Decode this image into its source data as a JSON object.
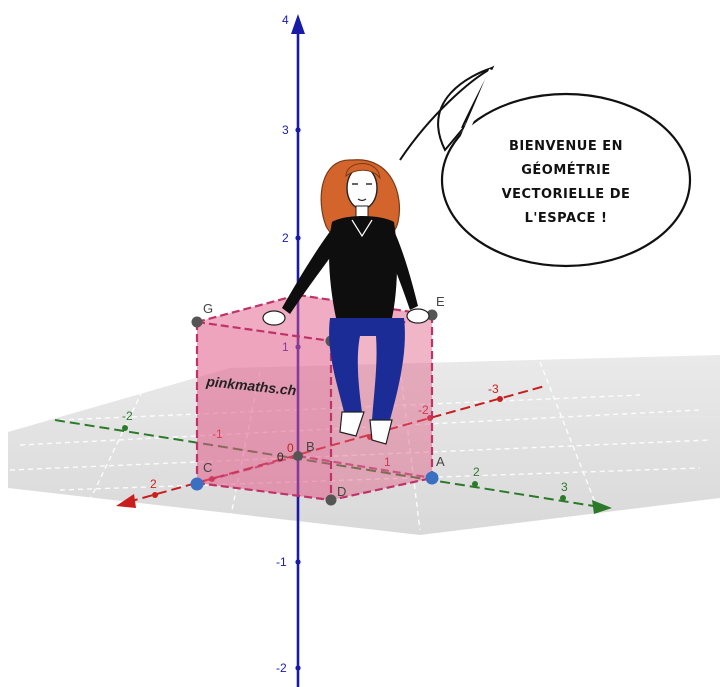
{
  "speech_bubble": {
    "lines": [
      "BIENVENUE EN",
      "GÉOMÉTRIE",
      "VECTORIELLE DE",
      "L'ESPACE !"
    ]
  },
  "watermark": "pinkmaths.ch",
  "axes": {
    "z": {
      "color": "#1a1aa8",
      "ticks": [
        "4",
        "3",
        "2",
        "1",
        "-1",
        "-2"
      ]
    },
    "y": {
      "color": "#2a7a2a",
      "ticks": [
        "-2",
        "2",
        "3"
      ]
    },
    "x": {
      "color": "#c81e1e",
      "ticks": [
        "-3",
        "-2",
        "-1",
        "1",
        "2"
      ]
    }
  },
  "origin_labels": {
    "o1": "0",
    "o2": "0",
    "b": "B"
  },
  "points": {
    "A": "A",
    "C": "C",
    "D": "D",
    "E": "E",
    "G": "G"
  },
  "colors": {
    "cube_fill": "#e05a86",
    "cube_edge": "#c0336a",
    "vertex": "#555555",
    "vertex_highlight": "#3a6fc2",
    "grid": "#d4d4d4"
  }
}
